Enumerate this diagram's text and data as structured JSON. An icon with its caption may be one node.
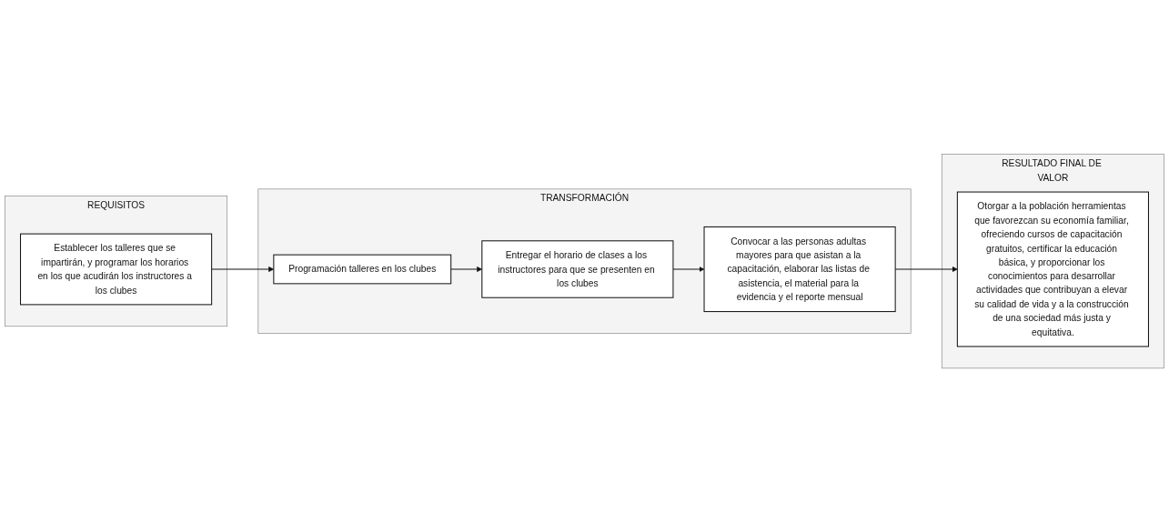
{
  "diagram": {
    "nodes": [
      {
        "text": [
          "REQUISITOS"
        ]
      },
      {
        "text": [
          "Establecer los talleres que se impartirán, y programar los horarios en los que acudirán los instructores a los clubes"
        ],
        "in": 0
      },
      {
        "text": [
          "TRANSFORMACIÓN"
        ]
      },
      {
        "text": [
          "Programación talleres en los clubes"
        ],
        "in": 2
      },
      {
        "text": [
          "Entregar el horario de clases a los instructores para que se presenten en los clubes"
        ],
        "in": 2
      },
      {
        "text": [
          "Convocar a las personas adultas mayores para que asistan a la capacitación, elaborar las listas de asistencia, el material para la evidencia y el reporte mensual"
        ],
        "in": 2
      },
      {
        "text": [
          "RESULTADO FINAL DE VALOR"
        ]
      },
      {
        "text": [
          "Otorgar a la población herramientas que favorezcan su economía familiar, ofreciendo cursos de capacitación gratuitos, certificar la educación básica, y proporcionar los conocimientos para desarrollar actividades que contribuyan a elevar su calidad de vida y a la construcción de una sociedad más justa y equitativa."
        ],
        "in": 6
      }
    ],
    "edges": [
      {
        "from": 1,
        "to": 3,
        "arrow": "to"
      },
      {
        "from": 3,
        "to": 4,
        "arrow": "to"
      },
      {
        "from": 4,
        "to": 5,
        "arrow": "to"
      },
      {
        "from": 5,
        "to": 7,
        "arrow": "to"
      }
    ]
  }
}
